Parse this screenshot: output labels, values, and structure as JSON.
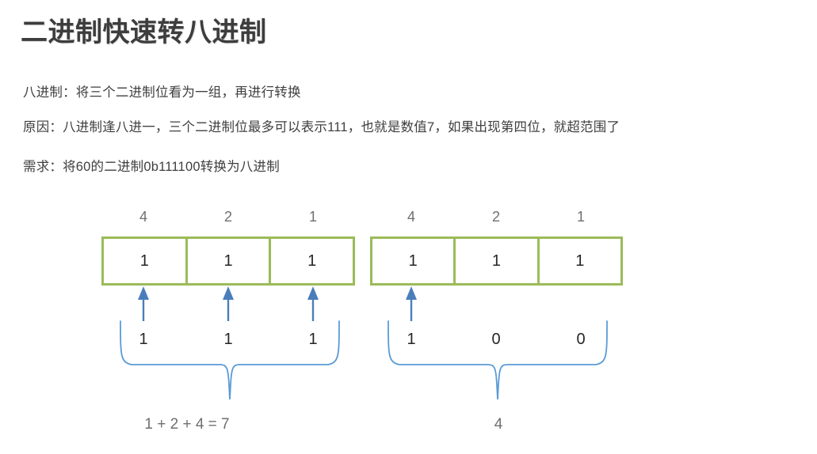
{
  "page": {
    "title": "二进制快速转八进制",
    "paragraphs": [
      "八进制：将三个二进制位看为一组，再进行转换",
      "原因：八进制逢八进一，三个二进制位最多可以表示111，也就是数值7，如果出现第四位，就超范围了",
      "需求：将60的二进制0b111100转换为八进制"
    ]
  },
  "colors": {
    "box_border": "#9BBB59",
    "arrow": "#4A7EBB",
    "brace": "#5B9BD5",
    "title_text": "#3d3d3d",
    "body_text": "#3f3f3f",
    "label_text": "#6f6f6f",
    "digit_text": "#262626",
    "background": "#ffffff"
  },
  "diagram": {
    "groups": [
      {
        "id": "group-left",
        "weights": [
          "4",
          "2",
          "1"
        ],
        "box_values": [
          "1",
          "1",
          "1"
        ],
        "source_bits": [
          "1",
          "1",
          "1"
        ],
        "arrows": [
          true,
          true,
          true
        ],
        "result": "1 + 2 + 4 = 7"
      },
      {
        "id": "group-right",
        "weights": [
          "4",
          "2",
          "1"
        ],
        "box_values": [
          "1",
          "1",
          "1"
        ],
        "source_bits": [
          "1",
          "0",
          "0"
        ],
        "arrows": [
          true,
          false,
          false
        ],
        "result": "4"
      }
    ]
  }
}
